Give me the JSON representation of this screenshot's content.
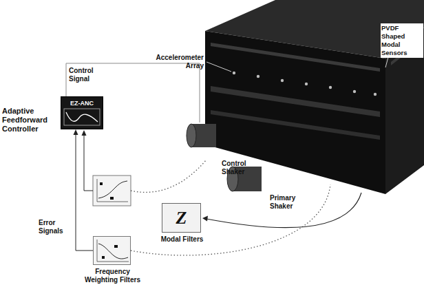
{
  "diagram": {
    "nodes": [
      {
        "text": [
          "EZ-ANC",
          "Adaptive Feedforward Controller"
        ]
      },
      {
        "text": [
          "Frequency Weighting Filters"
        ]
      },
      {
        "text": [
          "Z",
          "Modal Filters"
        ]
      }
    ],
    "edges": [
      {
        "from": 1,
        "to": 0,
        "arrow": "to"
      }
    ],
    "labels": [
      "Control Signal",
      "Error Signals",
      "Accelerometer Array",
      "PVDF Shaped Modal Sensors",
      "Control Shaker",
      "Primary Shaker"
    ]
  }
}
